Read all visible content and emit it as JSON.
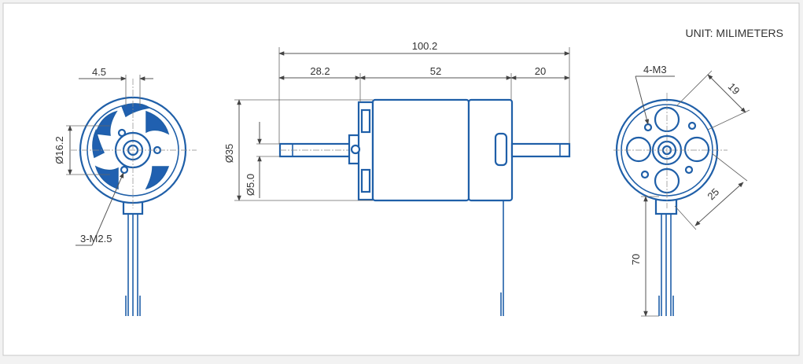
{
  "drawing": {
    "unit_note": "UNIT: MILIMETERS",
    "front_view": {
      "dim_top": "4.5",
      "dim_diameter": "Ø16.2",
      "dim_holes": "3-M2.5"
    },
    "side_view": {
      "dim_total_length": "100.2",
      "dim_shaft": "28.2",
      "dim_body": "52",
      "dim_rear_shaft": "20",
      "dim_body_diameter": "Ø35",
      "dim_shaft_diameter": "Ø5.0"
    },
    "rear_view": {
      "dim_holes": "4-M3",
      "dim_hole_spacing_a": "19",
      "dim_hole_spacing_b": "25",
      "dim_lead_length": "70"
    }
  },
  "colors": {
    "line": "#1f5fa8",
    "background": "#f2f2f2",
    "panel": "#ffffff",
    "dimension": "#555555"
  }
}
